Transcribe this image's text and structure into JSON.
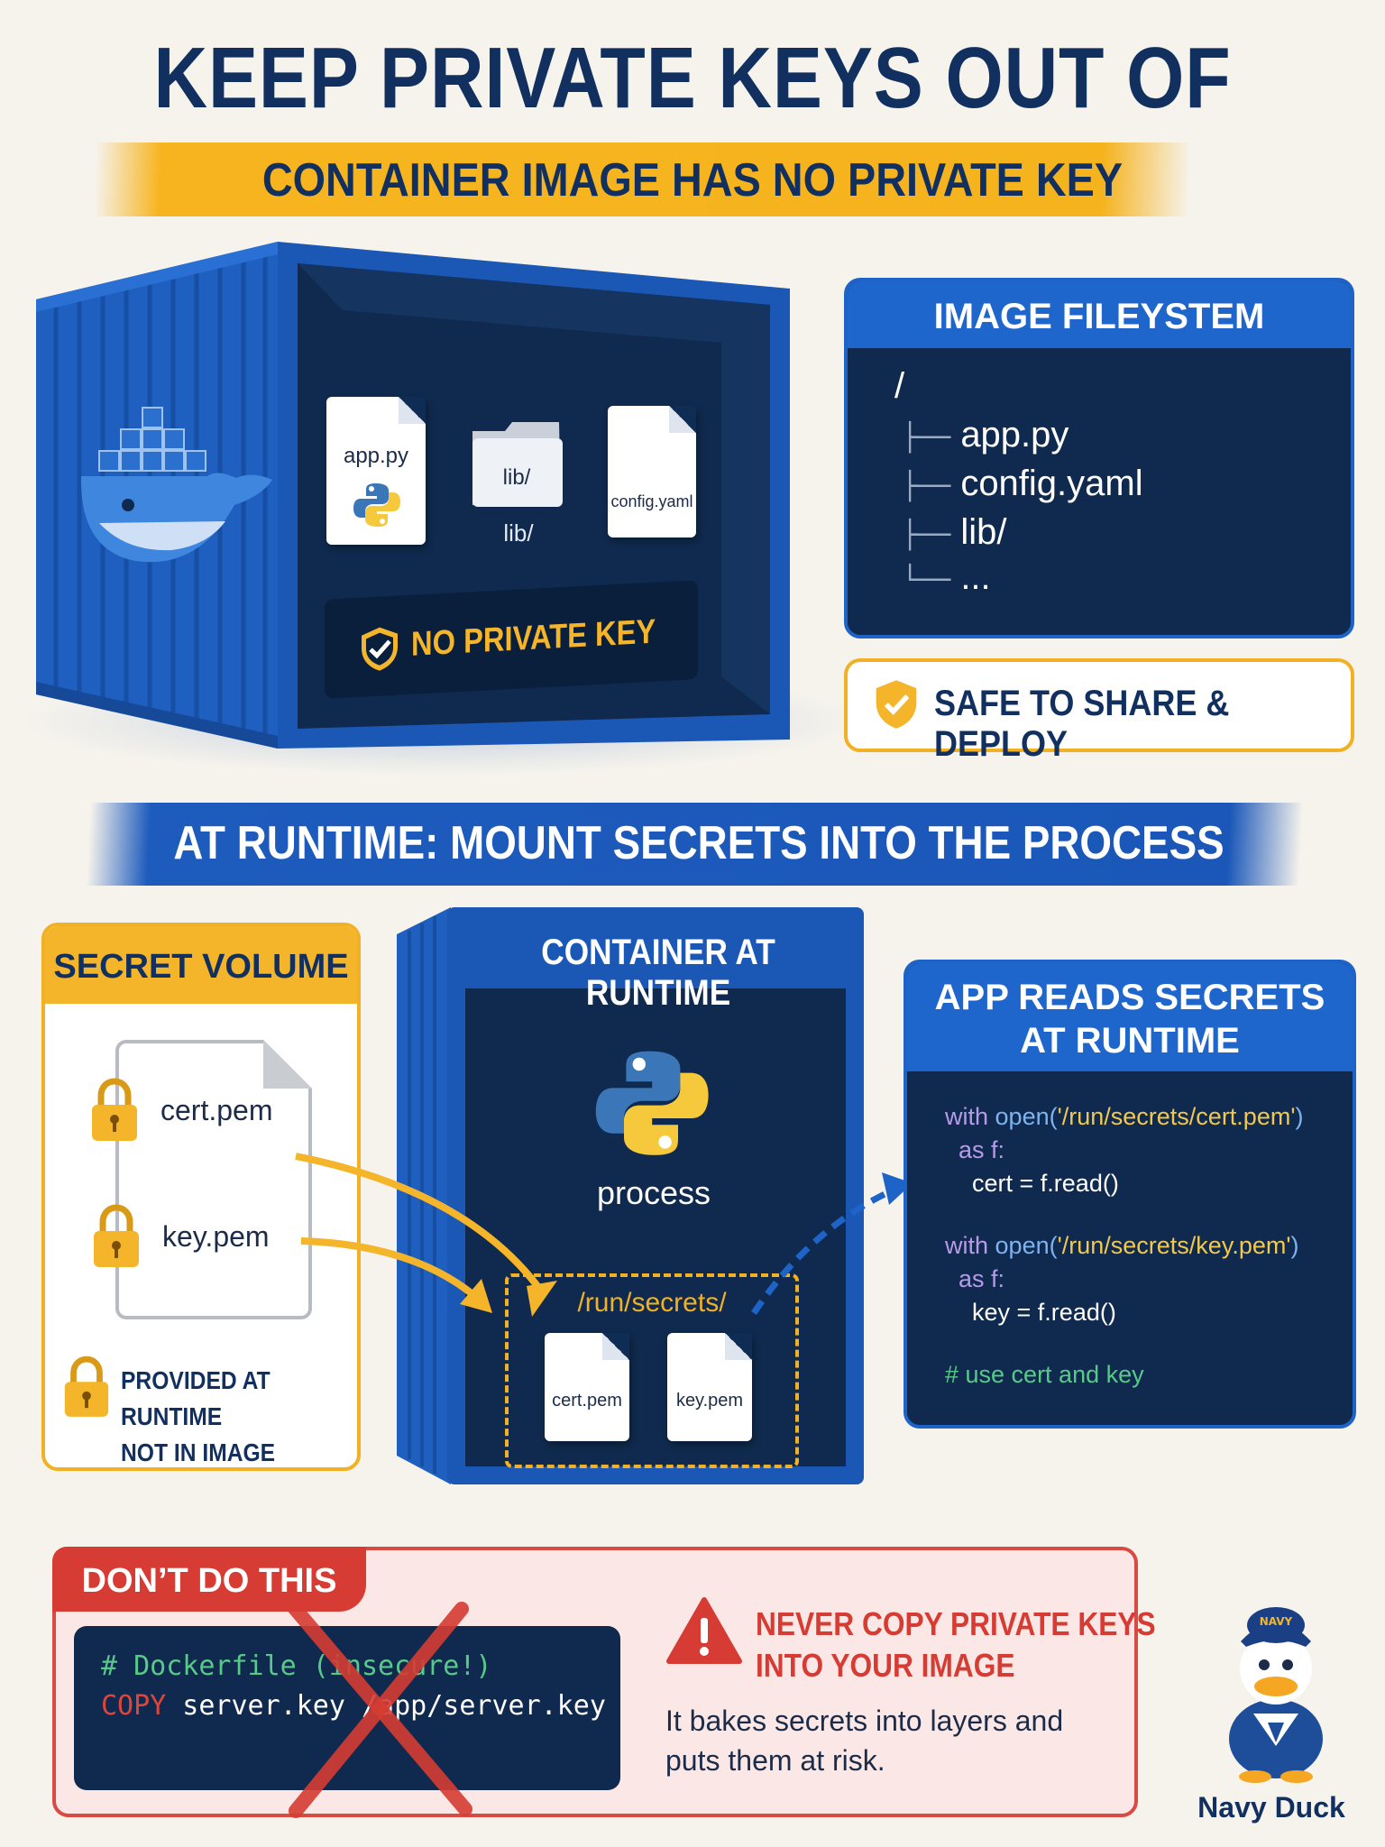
{
  "title": "KEEP PRIVATE KEYS OUT OF IMAGES",
  "subtitle": "CONTAINER IMAGE HAS NO PRIVATE KEY",
  "image_container": {
    "files": [
      {
        "label": "app.py"
      },
      {
        "label": "lib/",
        "caption": "lib/"
      },
      {
        "label": "config.yaml"
      }
    ],
    "badge": "NO PRIVATE KEY"
  },
  "filesystem": {
    "header": "IMAGE FILEYSTEM",
    "root": "/",
    "entries": [
      {
        "tree": "├──",
        "name": "app.py"
      },
      {
        "tree": "├──",
        "name": "config.yaml"
      },
      {
        "tree": "├──",
        "name": "lib/"
      },
      {
        "tree": "└──",
        "name": "..."
      }
    ]
  },
  "safe_note": "SAFE TO SHARE & DEPLOY",
  "runtime_banner": "AT RUNTIME: MOUNT SECRETS INTO THE PROCESS",
  "secret_volume": {
    "header": "SECRET VOLUME",
    "files": [
      "cert.pem",
      "key.pem"
    ],
    "note_line1": "PROVIDED AT RUNTIME",
    "note_line2": "NOT IN IMAGE"
  },
  "runtime_container": {
    "title": "CONTAINER AT RUNTIME",
    "process": "process",
    "mount_path": "/run/secrets/",
    "files": [
      "cert.pem",
      "key.pem"
    ]
  },
  "app_reads": {
    "header_line1": "APP READS SECRETS",
    "header_line2": "AT RUNTIME",
    "code": [
      {
        "kw": "with ",
        "fn": "open(",
        "str": "'/run/secrets/cert.pem'",
        "rest": ")"
      },
      {
        "indent": "  ",
        "kw": "as f:",
        "rest": ""
      },
      {
        "indent": "    ",
        "rest": "cert = f.read()"
      },
      {
        "kw": "with ",
        "fn": "open(",
        "str": "'/run/secrets/key.pem'",
        "rest": ")"
      },
      {
        "indent": "  ",
        "kw": "as f:",
        "rest": ""
      },
      {
        "indent": "    ",
        "rest": "key = f.read()"
      },
      {
        "comment": "# use cert and key"
      }
    ]
  },
  "dont": {
    "tab": "DON’T DO THIS",
    "code_comment": "# Dockerfile (insecure!)",
    "code_cmd": "COPY",
    "code_args": " server.key /app/server.key",
    "warning_line1": "NEVER COPY PRIVATE KEYS",
    "warning_line2": "INTO YOUR IMAGE",
    "body_line1": "It bakes secrets into layers and",
    "body_line2": "puts them at risk."
  },
  "mascot": {
    "hat_text": "NAVY",
    "name": "Navy Duck"
  },
  "colors": {
    "navy": "#12305f",
    "blue": "#1f66cc",
    "yellow": "#f5b52a",
    "red": "#d63c33"
  }
}
